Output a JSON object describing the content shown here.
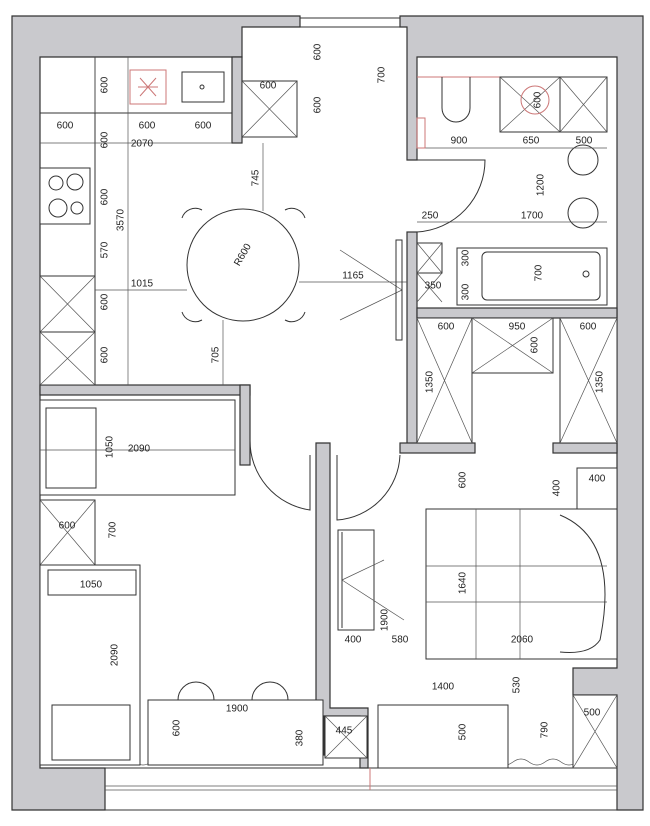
{
  "plan": {
    "title": "Apartment floor plan",
    "colors": {
      "wall": "#c9c9cd",
      "line": "#333333",
      "accent": "#cc7777"
    }
  },
  "dims": [
    "600",
    "600",
    "600",
    "600",
    "2070",
    "600",
    "600",
    "3570",
    "570",
    "1015",
    "600",
    "600",
    "745",
    "R600",
    "705",
    "600",
    "600",
    "600",
    "700",
    "900",
    "650",
    "500",
    "600",
    "1200",
    "250",
    "1700",
    "1165",
    "300",
    "300",
    "700",
    "350",
    "600",
    "950",
    "600",
    "600",
    "1350",
    "1350",
    "2090",
    "1050",
    "600",
    "700",
    "1050",
    "2090",
    "600",
    "400",
    "400",
    "1640",
    "2060",
    "1900",
    "400",
    "580",
    "1400",
    "530",
    "1900",
    "600",
    "380",
    "445",
    "500",
    "790",
    "500"
  ]
}
